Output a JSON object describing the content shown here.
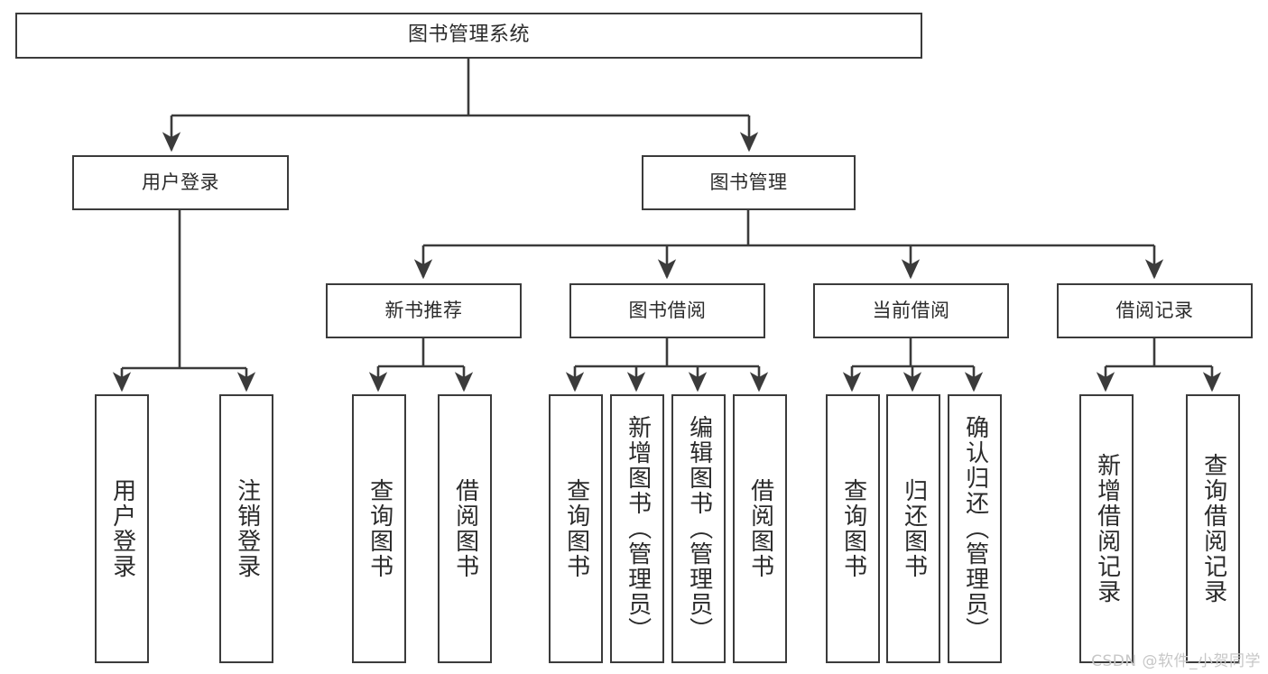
{
  "diagram": {
    "title": "图书管理系统",
    "type": "tree-hierarchy",
    "root": {
      "label": "图书管理系统"
    },
    "level1": [
      {
        "label": "用户登录"
      },
      {
        "label": "图书管理"
      }
    ],
    "level2": [
      {
        "label": "新书推荐"
      },
      {
        "label": "图书借阅"
      },
      {
        "label": "当前借阅"
      },
      {
        "label": "借阅记录"
      }
    ],
    "leaves": {
      "user_login": [
        {
          "label": "用户登录"
        },
        {
          "label": "注销登录"
        }
      ],
      "new_book_recommend": [
        {
          "label": "查询图书"
        },
        {
          "label": "借阅图书"
        }
      ],
      "book_borrow": [
        {
          "label": "查询图书"
        },
        {
          "label": "新增图书（管理员）"
        },
        {
          "label": "编辑图书（管理员）"
        },
        {
          "label": "借阅图书"
        }
      ],
      "current_borrow": [
        {
          "label": "查询图书"
        },
        {
          "label": "归还图书"
        },
        {
          "label": "确认归还（管理员）"
        }
      ],
      "borrow_record": [
        {
          "label": "新增借阅记录"
        },
        {
          "label": "查询借阅记录"
        }
      ]
    }
  },
  "watermark": {
    "text": "CSDN @软件_小贺同学"
  },
  "colors": {
    "stroke": "#3b3b3b",
    "background": "#ffffff",
    "text": "#2b2b2b",
    "watermark": "#c7c7c7"
  }
}
